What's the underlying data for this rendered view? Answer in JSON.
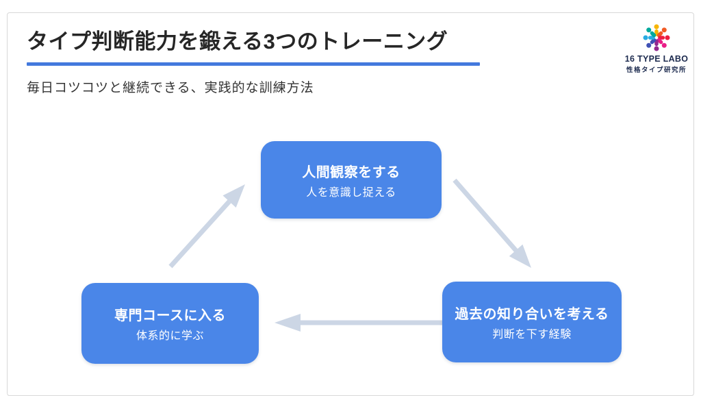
{
  "page": {
    "title": "タイプ判断能力を鍛える3つのトレーニング",
    "subtitle": "毎日コツコツと継続できる、実践的な訓練方法"
  },
  "logo": {
    "name": "16 TYPE LABO",
    "caption": "性格タイプ研究所",
    "icon": "people-circle-icon",
    "icon_colors": [
      "#f7b500",
      "#f15a24",
      "#ed1e40",
      "#e91e87",
      "#93278f",
      "#3f51b5",
      "#29abe2",
      "#00a99d"
    ]
  },
  "diagram": {
    "nodes": [
      {
        "id": "observe",
        "title": "人間観察をする",
        "subtitle": "人を意識し捉える"
      },
      {
        "id": "past",
        "title": "過去の知り合いを考える",
        "subtitle": "判断を下す経験"
      },
      {
        "id": "course",
        "title": "専門コースに入る",
        "subtitle": "体系的に学ぶ"
      }
    ],
    "arrows": [
      {
        "from": "observe",
        "to": "past"
      },
      {
        "from": "past",
        "to": "course"
      },
      {
        "from": "course",
        "to": "observe"
      }
    ]
  },
  "colors": {
    "node_fill": "#4a86e8",
    "arrow": "#ccd6e5",
    "accent": "#4379dd",
    "title_color": "#262626",
    "subtitle_color": "#333333",
    "logo_text": "#1d2b4f",
    "card_border": "#d8d8d8"
  }
}
